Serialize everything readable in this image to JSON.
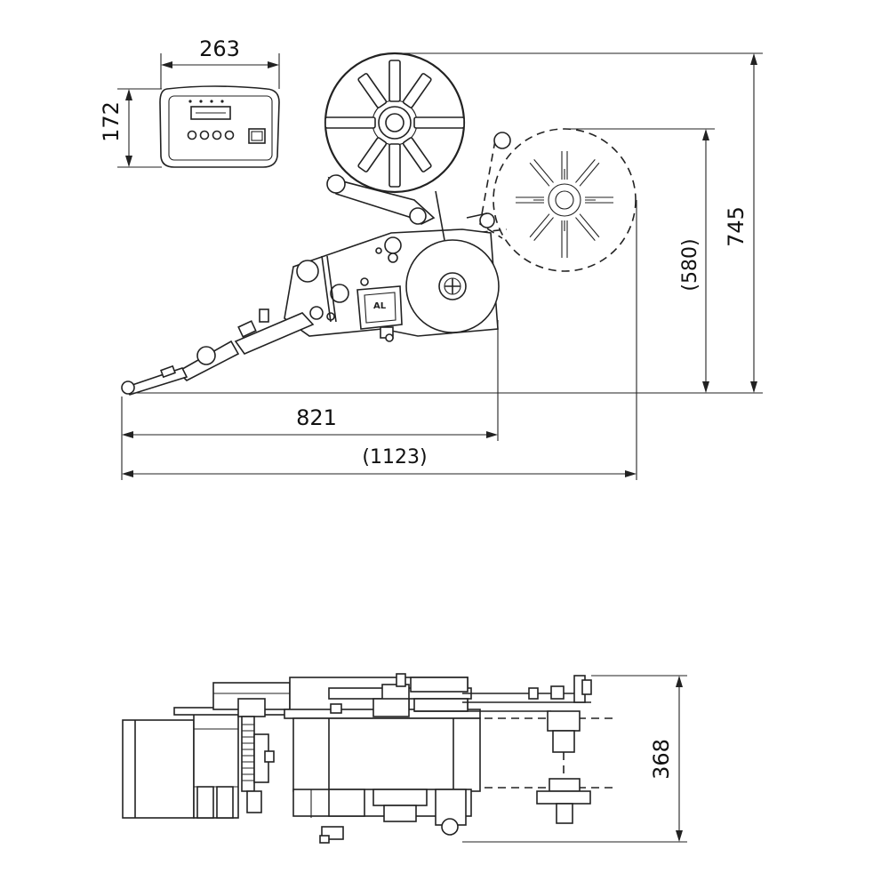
{
  "dimensions": {
    "control_width": "263",
    "control_height": "172",
    "total_height": "745",
    "reel_height": "(580)",
    "length": "821",
    "total_length": "(1123)",
    "depth": "368"
  }
}
